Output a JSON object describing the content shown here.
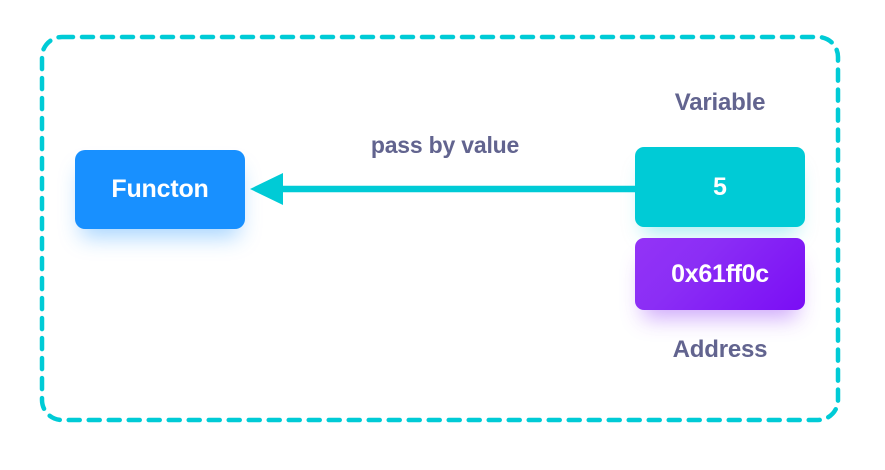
{
  "diagram": {
    "title_present": false,
    "frame": {
      "name": "dashed-container",
      "border_style": "dashed",
      "border_color": "#00cbd6"
    },
    "function_box": {
      "label": "Functon",
      "color": "#1890ff",
      "text_color": "#ffffff"
    },
    "arrow": {
      "label": "pass by value",
      "color": "#00cbd6",
      "direction": "right-to-left",
      "label_color": "#62648f"
    },
    "variable": {
      "caption": "Variable",
      "value": "5",
      "color": "#00cbd6",
      "text_color": "#ffffff"
    },
    "address": {
      "caption": "Address",
      "value": "0x61ff0c",
      "color_start": "#9333f7",
      "color_end": "#7a0df5",
      "text_color": "#ffffff"
    },
    "caption_color": "#62648f",
    "background": "#ffffff"
  }
}
